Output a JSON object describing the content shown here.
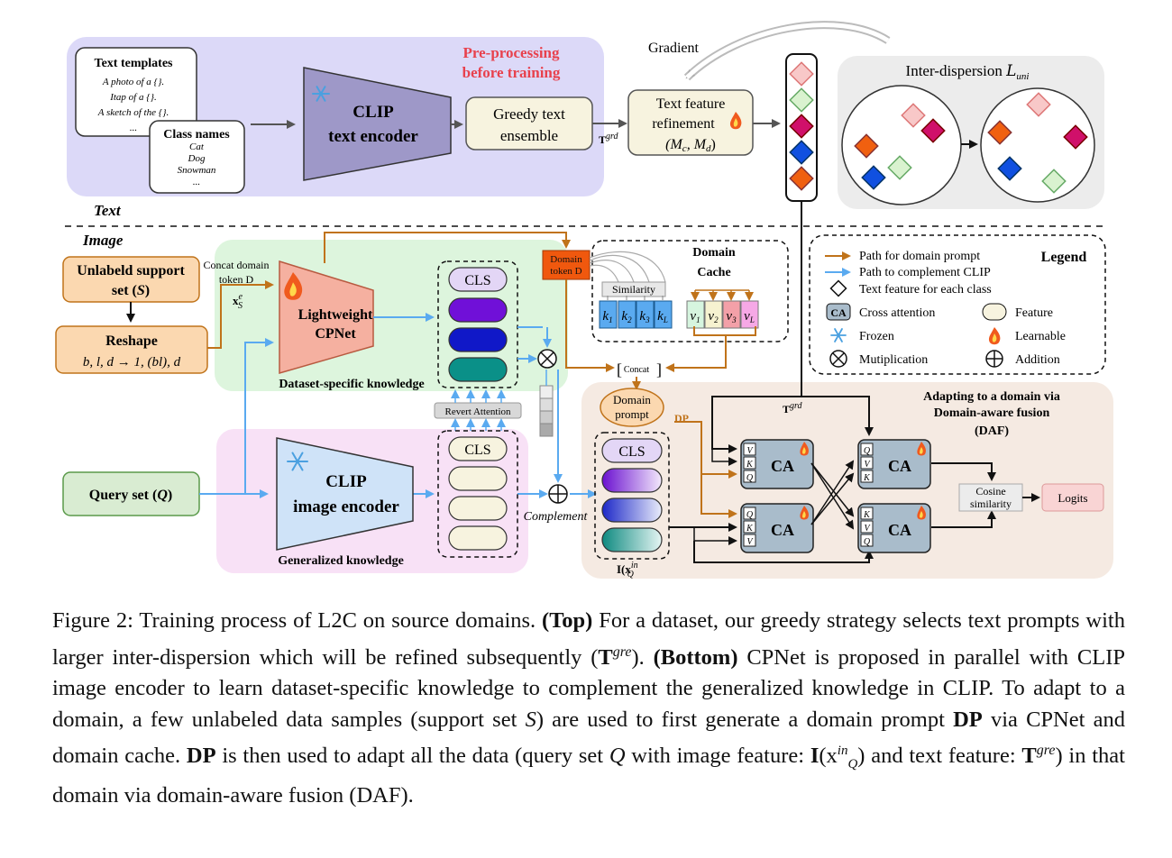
{
  "top": {
    "section_label": "Text",
    "templates": {
      "title": "Text templates",
      "items": [
        "A photo of a {}.",
        "Itap of a {}.",
        "A sketch of the {}.",
        "..."
      ]
    },
    "class_names": {
      "title": "Class names",
      "items": [
        "Cat",
        "Dog",
        "Snowman",
        "..."
      ]
    },
    "clip_text": [
      "CLIP",
      "text encoder"
    ],
    "preproc": [
      "Pre-processing",
      "before training"
    ],
    "greedy": [
      "Greedy text",
      "ensemble"
    ],
    "t_grd": "T",
    "t_grd_sup": "grd",
    "gradient": "Gradient",
    "refine": [
      "Text feature",
      "refinement",
      "(M",
      "c",
      ", M",
      "d",
      ")"
    ],
    "inter_title": "Inter-dispersion ",
    "inter_sym": "L",
    "inter_sub": "uni"
  },
  "bottom": {
    "section_label": "Image",
    "support": [
      "Unlabeld support",
      "set (",
      "S",
      ")"
    ],
    "concat_domain": [
      "Concat domain",
      "token D"
    ],
    "x_s": "x",
    "x_s_sup": "e",
    "x_s_sub": "S",
    "reshape": "Reshape",
    "reshape_formula": "b, l, d → 1, (bl), d",
    "cpnet": [
      "Lightweight",
      "CPNet"
    ],
    "dataset_knowledge": "Dataset-specific knowledge",
    "cls": "CLS",
    "revert": "Revert Attention",
    "query": [
      "Query set (",
      "Q",
      ")"
    ],
    "clip_image": [
      "CLIP",
      "image encoder"
    ],
    "generalized": "Generalized knowledge",
    "complement": "Complement",
    "domain_token": [
      "Domain",
      "token D"
    ],
    "domain_cache": [
      "Domain",
      "Cache"
    ],
    "similarity": "Similarity",
    "keys": [
      "k",
      "k",
      "k",
      "k"
    ],
    "key_subs": [
      "1",
      "2",
      "3",
      "L"
    ],
    "values": [
      "v",
      "v",
      "v",
      "v"
    ],
    "value_subs": [
      "1",
      "2",
      "3",
      "L"
    ],
    "concat": "Concat",
    "domain_prompt": [
      "Domain",
      "prompt"
    ],
    "dp": "DP",
    "i_feat": "I(x",
    "i_sup": "in",
    "i_sub": "Q",
    "t_grd2": "T",
    "t_grd2_sup": "grd",
    "daf_title": [
      "Adapting to a domain via",
      "Domain-aware fusion",
      "(DAF)"
    ],
    "ca": "CA",
    "qkv1": [
      "V",
      "K",
      "Q"
    ],
    "qkv2": [
      "Q",
      "K",
      "V"
    ],
    "qkv3": [
      "Q",
      "V",
      "K"
    ],
    "qkv4": [
      "K",
      "V",
      "Q"
    ],
    "cosine": [
      "Cosine",
      "similarity"
    ],
    "logits": "Logits"
  },
  "legend": {
    "title": "Legend",
    "items": [
      "Path for domain prompt",
      "Path to complement CLIP",
      "Text feature for each class",
      "Cross attention",
      "Feature",
      "Frozen",
      "Learnable",
      "Mutiplication",
      "Addition"
    ],
    "ca_glyph": "CA"
  },
  "caption": {
    "l1a": "Figure 2: Training process of L2C on source domains. ",
    "l1b": "(Top)",
    "l1c": " For a dataset, our greedy strategy selects text prompts with larger inter-dispersion which will be refined subsequently (",
    "t1": "T",
    "t1sup": "gre",
    "l1d": "). ",
    "l1e": "(Bottom)",
    "l1f": " CPNet is proposed in parallel with CLIP image encoder to learn dataset-specific knowledge to complement the generalized knowledge in CLIP. To adapt to a domain, a few unlabeled data samples (support set ",
    "s": "S",
    "l1g": ") are used to first generate a domain prompt ",
    "dp1": "DP",
    "l1h": " via CPNet and domain cache. ",
    "dp2": "DP",
    "l1i": " is then used to adapt all the data (query set ",
    "q": "Q",
    "l1j": " with image feature: ",
    "i": "I",
    "i2": "(x",
    "isup": "in",
    "isub": "Q",
    "l1k": ") and text feature: ",
    "t2": "T",
    "t2sup": "gre",
    "l1l": ") in that domain via domain-aware fusion (DAF)."
  }
}
